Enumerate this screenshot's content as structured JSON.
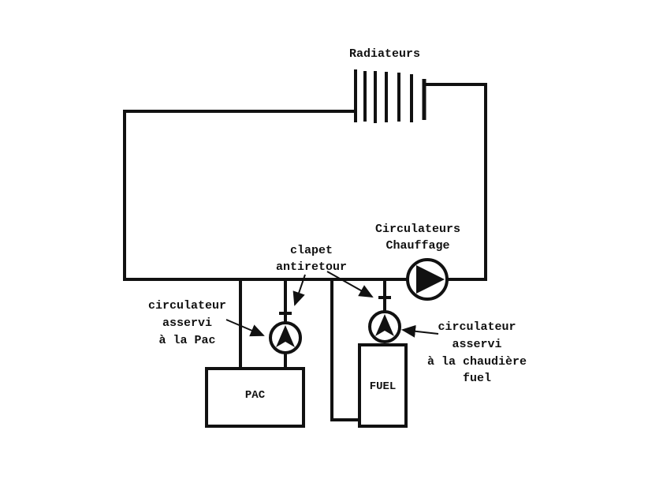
{
  "labels": {
    "radiateurs": "Radiateurs",
    "circ_chauffage_1": "Circulateurs",
    "circ_chauffage_2": "Chauffage",
    "clapet_1": "clapet",
    "clapet_2": "antiretour",
    "circ_pac_1": "circulateur",
    "circ_pac_2": "asservi",
    "circ_pac_3": "à la Pac",
    "circ_fuel_1": "circulateur",
    "circ_fuel_2": "asservi",
    "circ_fuel_3": "à la chaudière",
    "circ_fuel_4": "fuel",
    "pac": "PAC",
    "fuel": "FUEL"
  }
}
